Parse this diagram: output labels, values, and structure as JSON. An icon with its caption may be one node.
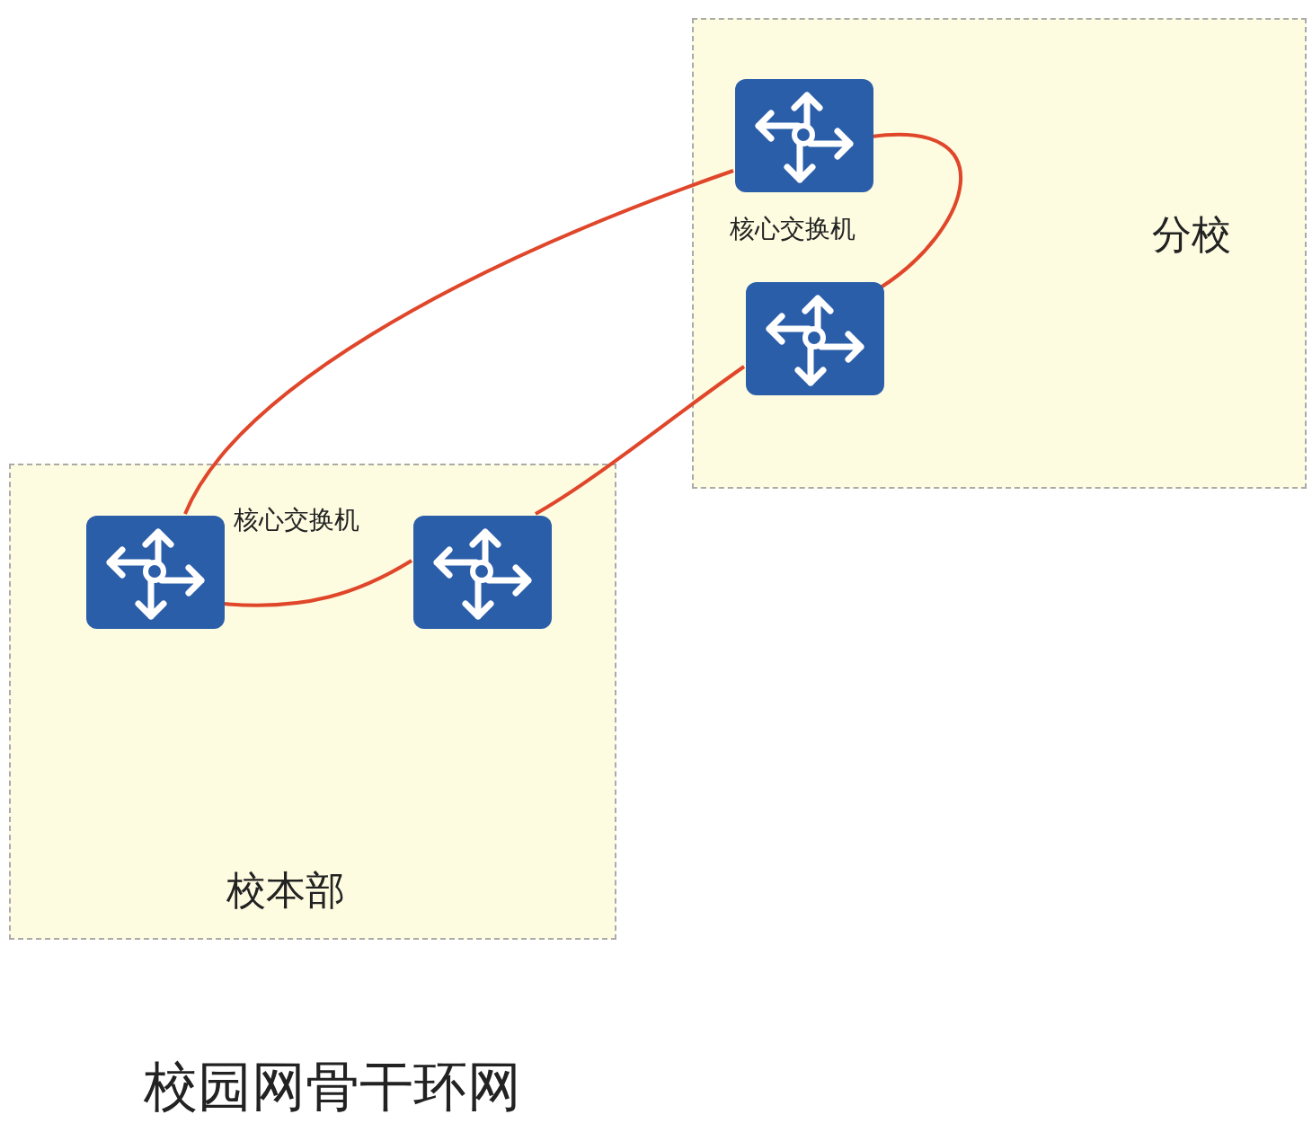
{
  "diagram": {
    "caption": "校园网骨干环网",
    "nodes": [
      {
        "text": [
          "分校"
        ]
      },
      {
        "text": [],
        "shape": "box",
        "in": 0
      },
      {
        "text": [],
        "shape": "box",
        "in": 0
      },
      {
        "text": [
          "校本部"
        ]
      },
      {
        "text": [],
        "shape": "box",
        "in": 3
      },
      {
        "text": [],
        "shape": "box",
        "in": 3
      }
    ],
    "edges": [
      {
        "from": 1,
        "to": 4,
        "arrow": "none"
      },
      {
        "from": 1,
        "to": 2,
        "arrow": "none"
      },
      {
        "from": 2,
        "to": 5,
        "arrow": "none"
      },
      {
        "from": 4,
        "to": 5,
        "arrow": "none"
      }
    ],
    "labels": [
      "核心交换机",
      "核心交换机"
    ]
  }
}
